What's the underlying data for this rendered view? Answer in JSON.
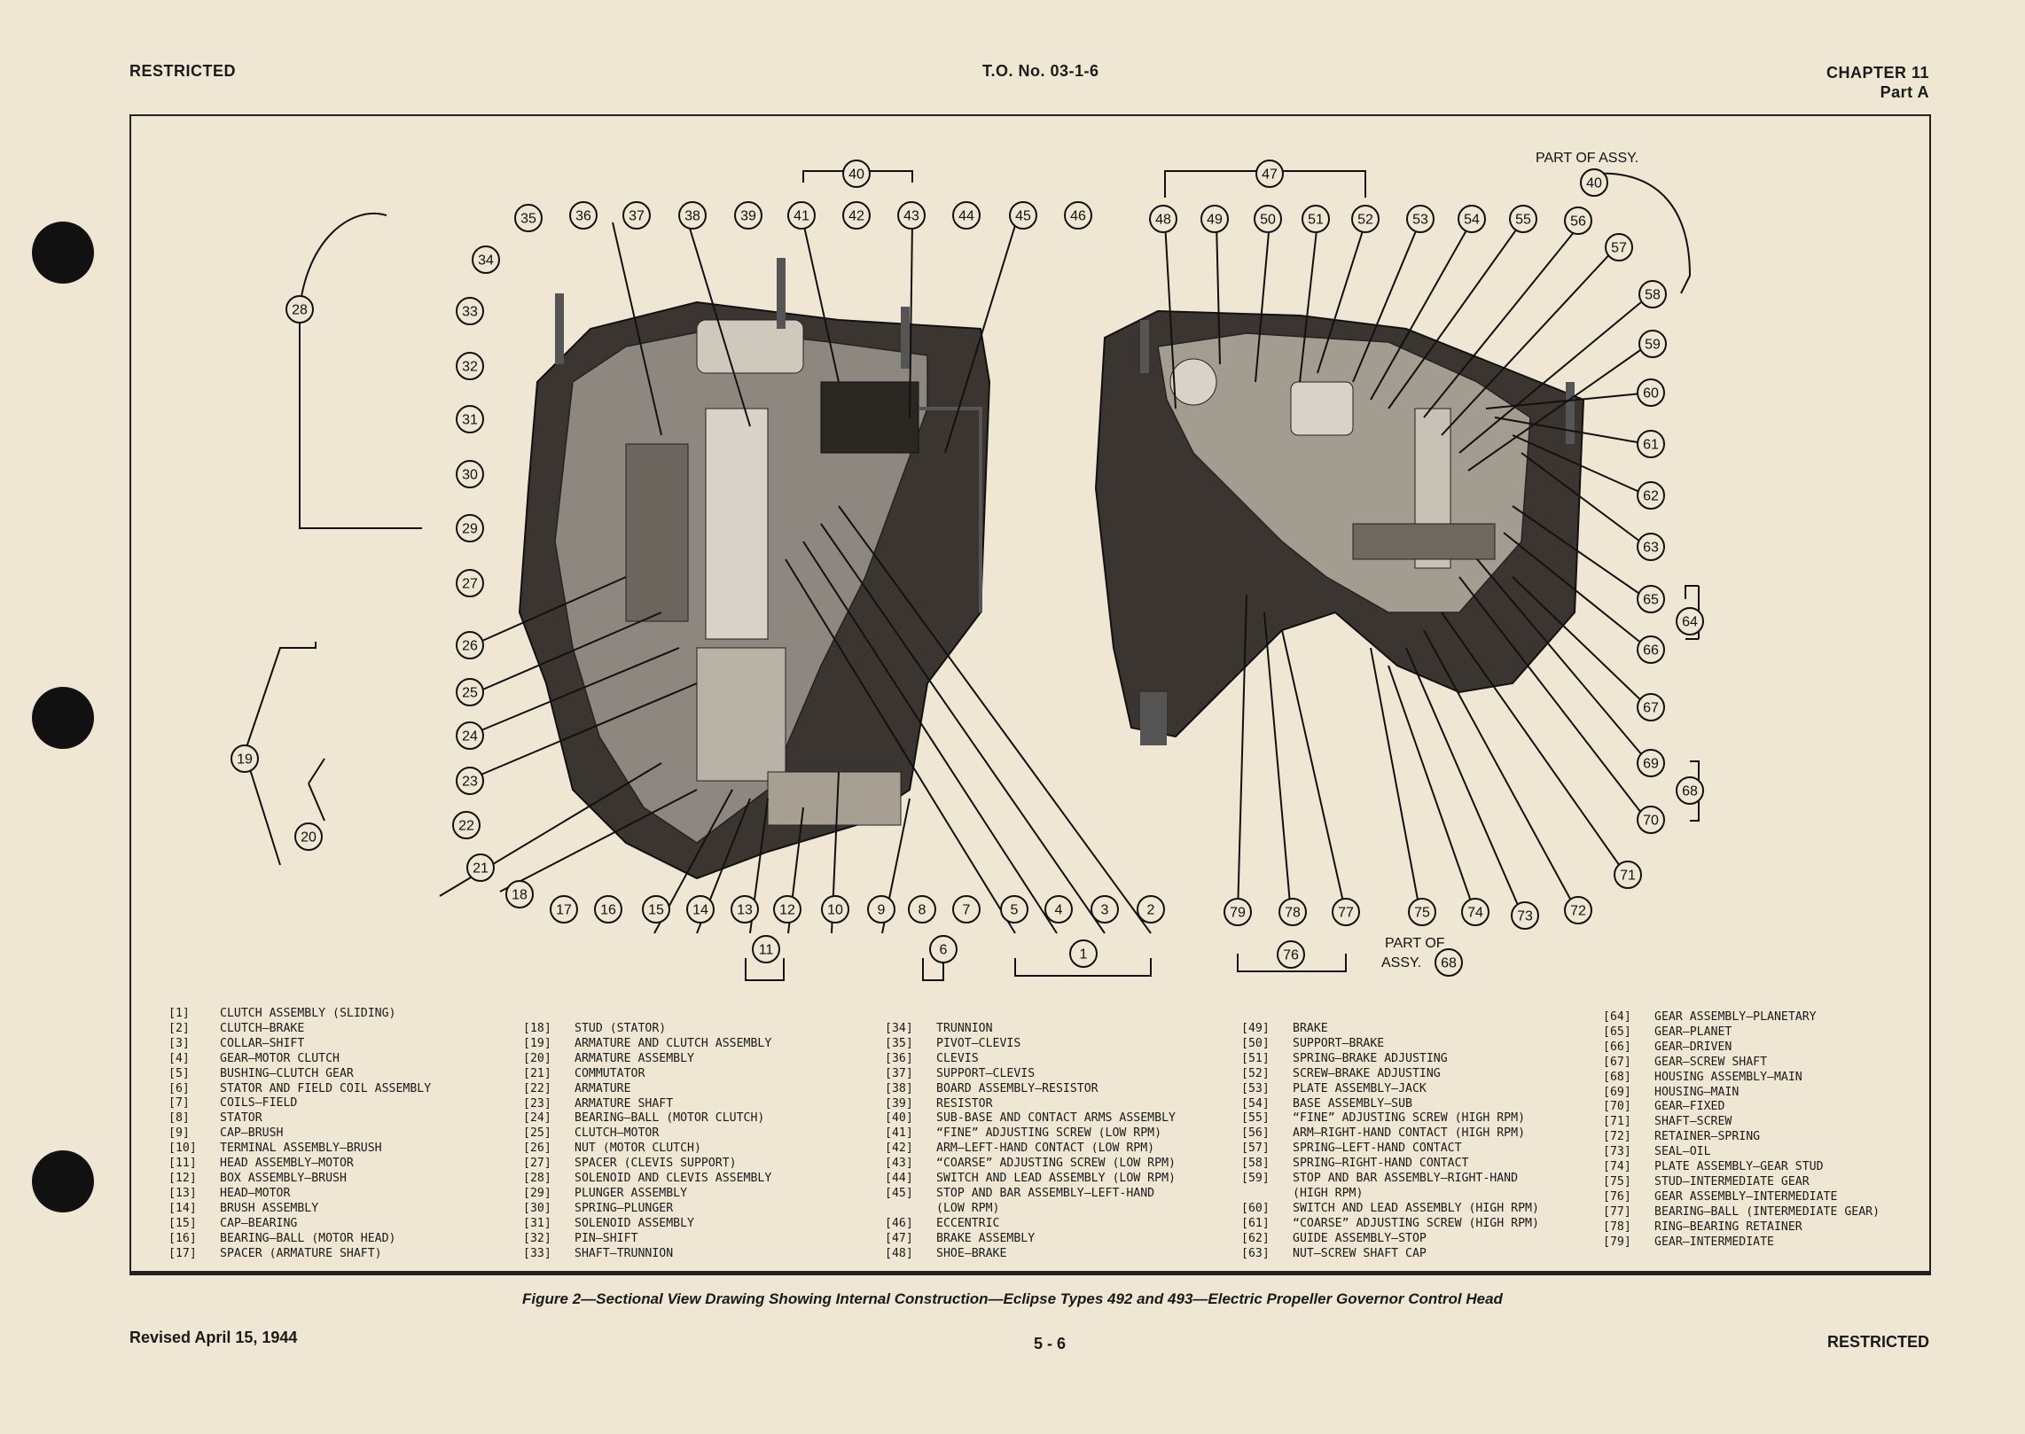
{
  "header": {
    "left": "RESTRICTED",
    "center": "T.O. No. 03-1-6",
    "right_line1": "CHAPTER 11",
    "right_line2": "Part A"
  },
  "figure": {
    "notes": [
      "PART OF ASSY.",
      "PART OF",
      "ASSY."
    ],
    "callouts_left": [
      "1",
      "2",
      "3",
      "4",
      "5",
      "6",
      "7",
      "8",
      "9",
      "10",
      "11",
      "12",
      "13",
      "14",
      "15",
      "16",
      "17",
      "18",
      "19",
      "20",
      "21",
      "22",
      "23",
      "24",
      "25",
      "26",
      "27",
      "28",
      "29",
      "30",
      "31",
      "32",
      "33",
      "34",
      "35",
      "36",
      "37",
      "38",
      "39",
      "40",
      "41",
      "42",
      "43",
      "44",
      "45",
      "46"
    ],
    "callouts_right": [
      "40",
      "47",
      "48",
      "49",
      "50",
      "51",
      "52",
      "53",
      "54",
      "55",
      "56",
      "57",
      "58",
      "59",
      "60",
      "61",
      "62",
      "63",
      "64",
      "65",
      "66",
      "67",
      "68",
      "69",
      "70",
      "71",
      "72",
      "73",
      "74",
      "75",
      "76",
      "77",
      "78",
      "79",
      "68"
    ]
  },
  "legend": [
    [
      {
        "n": "[1]",
        "t": "Clutch Assembly (Sliding)"
      },
      {
        "n": "[2]",
        "t": "Clutch—Brake"
      },
      {
        "n": "[3]",
        "t": "Collar—Shift"
      },
      {
        "n": "[4]",
        "t": "Gear—Motor Clutch"
      },
      {
        "n": "[5]",
        "t": "Bushing—Clutch Gear"
      },
      {
        "n": "[6]",
        "t": "Stator and Field Coil Assembly"
      },
      {
        "n": "[7]",
        "t": "Coils—Field"
      },
      {
        "n": "[8]",
        "t": "Stator"
      },
      {
        "n": "[9]",
        "t": "Cap—Brush"
      },
      {
        "n": "[10]",
        "t": "Terminal Assembly—Brush"
      },
      {
        "n": "[11]",
        "t": "Head Assembly—Motor"
      },
      {
        "n": "[12]",
        "t": "Box Assembly—Brush"
      },
      {
        "n": "[13]",
        "t": "Head—Motor"
      },
      {
        "n": "[14]",
        "t": "Brush Assembly"
      },
      {
        "n": "[15]",
        "t": "Cap—Bearing"
      },
      {
        "n": "[16]",
        "t": "Bearing—Ball (Motor Head)"
      },
      {
        "n": "[17]",
        "t": "Spacer (Armature Shaft)"
      }
    ],
    [
      {
        "n": "[18]",
        "t": "Stud (Stator)"
      },
      {
        "n": "[19]",
        "t": "Armature and Clutch Assembly"
      },
      {
        "n": "[20]",
        "t": "Armature Assembly"
      },
      {
        "n": "[21]",
        "t": "Commutator"
      },
      {
        "n": "[22]",
        "t": "Armature"
      },
      {
        "n": "[23]",
        "t": "Armature Shaft"
      },
      {
        "n": "[24]",
        "t": "Bearing—Ball (Motor Clutch)"
      },
      {
        "n": "[25]",
        "t": "Clutch—Motor"
      },
      {
        "n": "[26]",
        "t": "Nut (Motor Clutch)"
      },
      {
        "n": "[27]",
        "t": "Spacer (Clevis Support)"
      },
      {
        "n": "[28]",
        "t": "Solenoid and Clevis Assembly"
      },
      {
        "n": "[29]",
        "t": "Plunger Assembly"
      },
      {
        "n": "[30]",
        "t": "Spring—Plunger"
      },
      {
        "n": "[31]",
        "t": "Solenoid Assembly"
      },
      {
        "n": "[32]",
        "t": "Pin—Shift"
      },
      {
        "n": "[33]",
        "t": "Shaft—Trunnion"
      }
    ],
    [
      {
        "n": "[34]",
        "t": "Trunnion"
      },
      {
        "n": "[35]",
        "t": "Pivot—Clevis"
      },
      {
        "n": "[36]",
        "t": "Clevis"
      },
      {
        "n": "[37]",
        "t": "Support—Clevis"
      },
      {
        "n": "[38]",
        "t": "Board Assembly—Resistor"
      },
      {
        "n": "[39]",
        "t": "Resistor"
      },
      {
        "n": "[40]",
        "t": "Sub-Base and Contact Arms Assembly"
      },
      {
        "n": "[41]",
        "t": "“Fine” Adjusting Screw (Low RPM)"
      },
      {
        "n": "[42]",
        "t": "Arm—Left-Hand Contact (Low RPM)"
      },
      {
        "n": "[43]",
        "t": "“Coarse” Adjusting Screw (Low RPM)"
      },
      {
        "n": "[44]",
        "t": "Switch and Lead Assembly (Low RPM)"
      },
      {
        "n": "[45]",
        "t": "Stop and Bar Assembly—Left-Hand"
      },
      {
        "n": "",
        "t": "(Low RPM)"
      },
      {
        "n": "[46]",
        "t": "Eccentric"
      },
      {
        "n": "[47]",
        "t": "Brake Assembly"
      },
      {
        "n": "[48]",
        "t": "Shoe—Brake"
      }
    ],
    [
      {
        "n": "[49]",
        "t": "Brake"
      },
      {
        "n": "[50]",
        "t": "Support—Brake"
      },
      {
        "n": "[51]",
        "t": "Spring—Brake Adjusting"
      },
      {
        "n": "[52]",
        "t": "Screw—Brake Adjusting"
      },
      {
        "n": "[53]",
        "t": "Plate Assembly—Jack"
      },
      {
        "n": "[54]",
        "t": "Base Assembly—Sub"
      },
      {
        "n": "[55]",
        "t": "“Fine” Adjusting Screw (High RPM)"
      },
      {
        "n": "[56]",
        "t": "Arm—Right-Hand Contact (High RPM)"
      },
      {
        "n": "[57]",
        "t": "Spring—Left-Hand Contact"
      },
      {
        "n": "[58]",
        "t": "Spring—Right-Hand Contact"
      },
      {
        "n": "[59]",
        "t": "Stop and Bar Assembly—Right-Hand"
      },
      {
        "n": "",
        "t": "(High RPM)"
      },
      {
        "n": "[60]",
        "t": "Switch and Lead Assembly (High RPM)"
      },
      {
        "n": "[61]",
        "t": "“Coarse” Adjusting Screw (High RPM)"
      },
      {
        "n": "[62]",
        "t": "Guide Assembly—Stop"
      },
      {
        "n": "[63]",
        "t": "Nut—Screw Shaft Cap"
      }
    ],
    [
      {
        "n": "[64]",
        "t": "Gear Assembly—Planetary"
      },
      {
        "n": "[65]",
        "t": "Gear—Planet"
      },
      {
        "n": "[66]",
        "t": "Gear—Driven"
      },
      {
        "n": "[67]",
        "t": "Gear—Screw Shaft"
      },
      {
        "n": "[68]",
        "t": "Housing Assembly—Main"
      },
      {
        "n": "[69]",
        "t": "Housing—Main"
      },
      {
        "n": "[70]",
        "t": "Gear—Fixed"
      },
      {
        "n": "[71]",
        "t": "Shaft—Screw"
      },
      {
        "n": "[72]",
        "t": "Retainer—Spring"
      },
      {
        "n": "[73]",
        "t": "Seal—Oil"
      },
      {
        "n": "[74]",
        "t": "Plate Assembly—Gear Stud"
      },
      {
        "n": "[75]",
        "t": "Stud—Intermediate Gear"
      },
      {
        "n": "[76]",
        "t": "Gear Assembly—Intermediate"
      },
      {
        "n": "[77]",
        "t": "Bearing—Ball (Intermediate Gear)"
      },
      {
        "n": "[78]",
        "t": "Ring—Bearing Retainer"
      },
      {
        "n": "[79]",
        "t": "Gear—Intermediate"
      }
    ]
  ],
  "caption": "Figure 2—Sectional View Drawing Showing Internal Construction—Eclipse Types 492 and 493—Electric Propeller Governor Control Head",
  "footer": {
    "left": "Revised April 15, 1944",
    "center": "5 - 6",
    "right": "RESTRICTED"
  }
}
